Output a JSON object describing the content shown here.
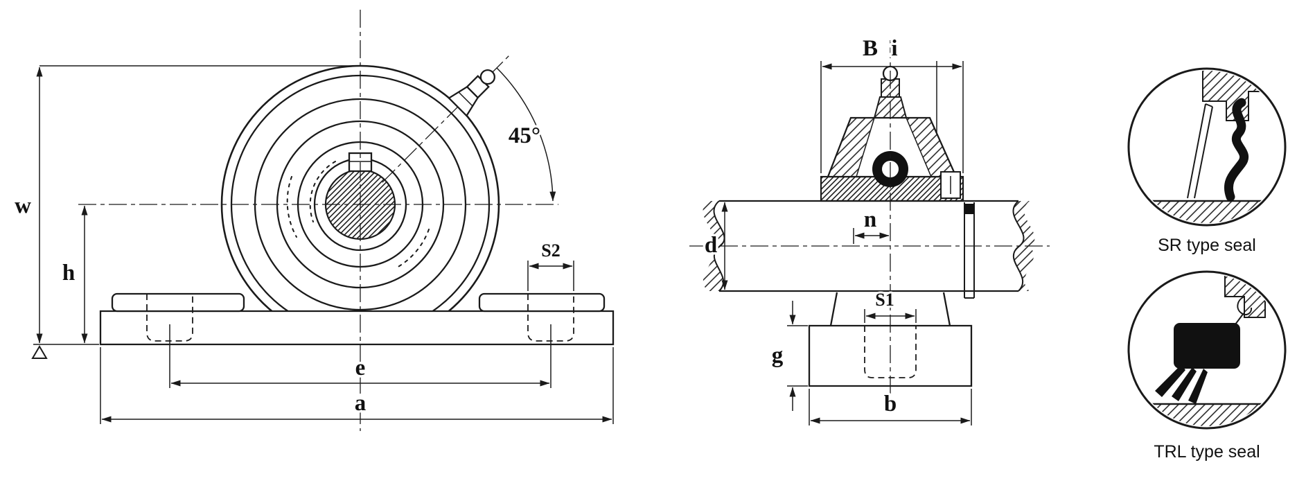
{
  "colors": {
    "background": "#ffffff",
    "line": "#1a1a1a",
    "seal_fill": "#111111"
  },
  "front_view": {
    "labels": {
      "w": "w",
      "h": "h",
      "e": "e",
      "a": "a",
      "s2": "S2",
      "angle": "45°"
    }
  },
  "side_view": {
    "labels": {
      "B": "B",
      "i": "i",
      "d": "d",
      "n": "n",
      "s1": "S1",
      "g": "g",
      "b": "b"
    }
  },
  "seals": [
    {
      "caption": "SR type seal"
    },
    {
      "caption": "TRL type seal"
    }
  ]
}
